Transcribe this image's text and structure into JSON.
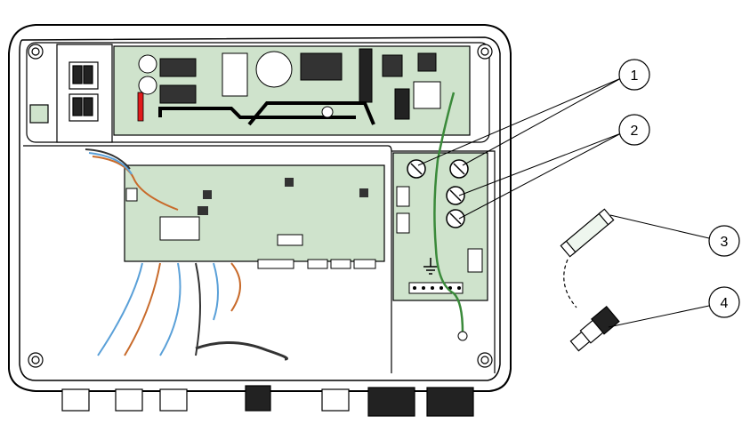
{
  "diagram": {
    "callouts": [
      {
        "number": "1",
        "target": "fuse-holder-caps"
      },
      {
        "number": "2",
        "target": "fuse-holder-caps-lower"
      },
      {
        "number": "3",
        "target": "glass-fuse"
      },
      {
        "number": "4",
        "target": "fuse-holder-cap-with-fuse"
      }
    ],
    "colors": {
      "enclosure_outline": "#000000",
      "enclosure_fill": "#ffffff",
      "circuit_board": "#cfe3cc",
      "ground_wire": "#3a8a3a",
      "red_component": "#e01b1b",
      "cable_orange": "#c86a2a",
      "cable_blue": "#5aa0d8"
    }
  }
}
